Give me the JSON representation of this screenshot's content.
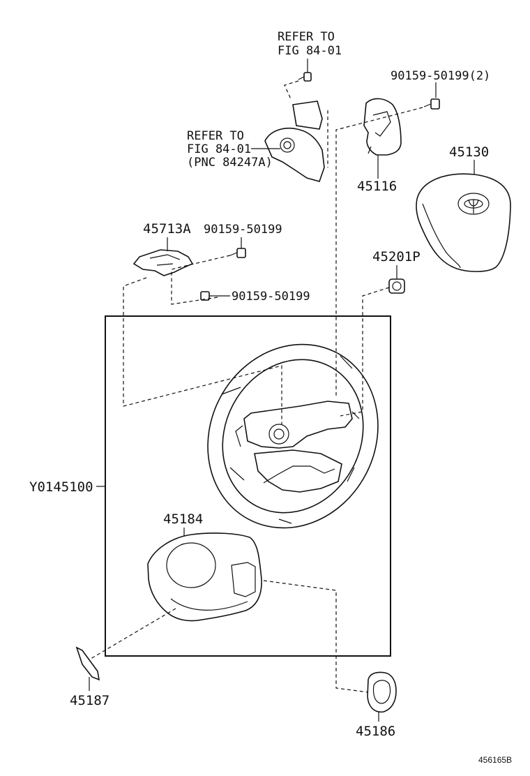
{
  "labels": {
    "refer_top_line1": "REFER TO",
    "refer_top_line2": "FIG 84-01",
    "refer_mid_line1": "REFER TO",
    "refer_mid_line2": "FIG 84-01",
    "refer_mid_line3": "(PNC 84247A)",
    "part_90159_50199_2": "90159-50199(2)",
    "part_45116": "45116",
    "part_45130": "45130",
    "part_45713A": "45713A",
    "part_90159_50199_a": "90159-50199",
    "part_90159_50199_b": "90159-50199",
    "part_45201P": "45201P",
    "part_Y0145100": "Y0145100",
    "part_45184": "45184",
    "part_45187": "45187",
    "part_45186": "45186",
    "drawing_number": "456165B"
  }
}
